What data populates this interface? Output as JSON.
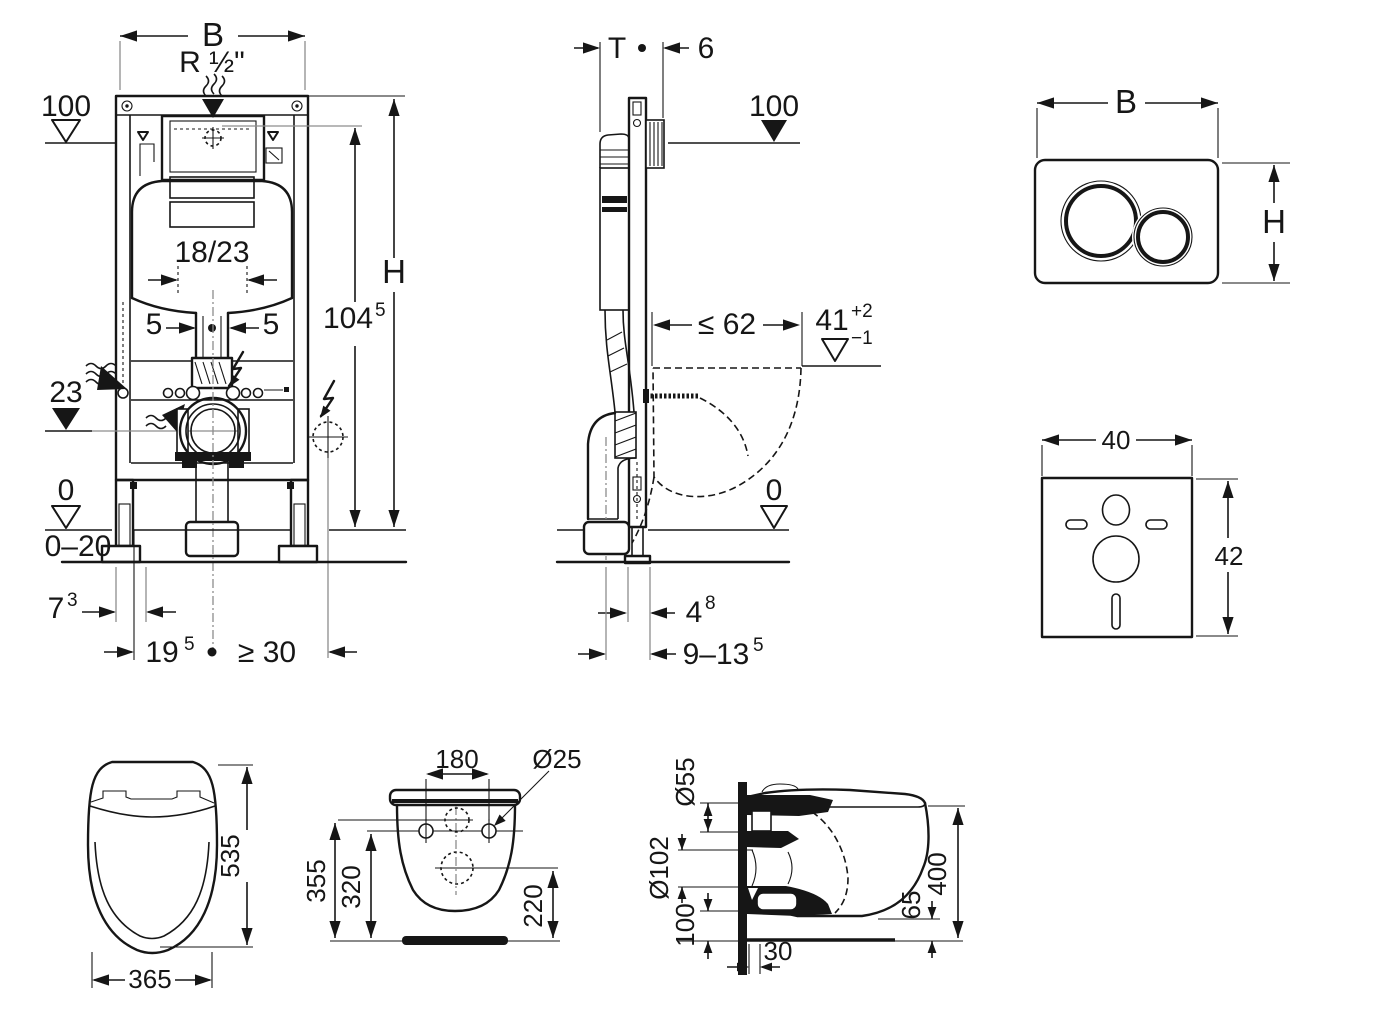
{
  "document": {
    "background": "#ffffff",
    "line_color": "#161616",
    "reference_line_color": "#8d8d8d"
  },
  "views": {
    "frame_front": {
      "dims": {
        "width": "B",
        "water_connection": "R ½\"",
        "supply_level": "100",
        "tank_depth_options": "18/23",
        "offset_left": "5",
        "offset_right": "5",
        "outlet_level": "23",
        "total_height": "H",
        "height_val": "104",
        "height_sup": "5",
        "floor_level": "0",
        "floor_range": "0–20",
        "side_clearance": "7",
        "side_clearance_sup": "3",
        "outlet_offset": "19",
        "outlet_offset_sup": "5",
        "min_clearance": "≥ 30"
      }
    },
    "frame_side": {
      "dims": {
        "frame_depth": "T",
        "plate_depth": "6",
        "supply_level": "100",
        "bowl_depth_max": "≤ 62",
        "rim_height": "41",
        "rim_tol_plus": "+2",
        "rim_tol_minus": "−1",
        "floor_level": "0",
        "rail_depth": "4",
        "rail_depth_sup": "8",
        "outlet_range": "9–13",
        "outlet_range_sup": "5"
      }
    },
    "flush_plate": {
      "dims": {
        "width": "B",
        "height": "H"
      }
    },
    "sound_pad": {
      "dims": {
        "width": "40",
        "height": "42"
      }
    },
    "wc_top": {
      "dims": {
        "depth": "535",
        "width": "365"
      }
    },
    "wc_back": {
      "dims": {
        "hole_spacing": "180",
        "hole_dia": "Ø25",
        "height_total": "355",
        "height_fixing": "320",
        "height_outlet": "220"
      }
    },
    "wc_side": {
      "dims": {
        "inlet_dia": "Ø55",
        "outlet_dia": "Ø102",
        "outlet_height": "100",
        "bottom_clearance": "65",
        "total_height": "400",
        "wall_offset": "30"
      }
    }
  }
}
